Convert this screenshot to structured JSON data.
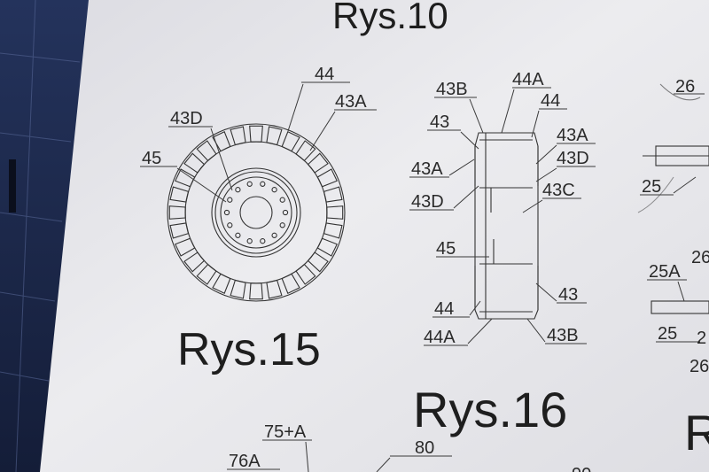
{
  "titles": {
    "rys10": "Rys.10",
    "rys15": "Rys.15",
    "rys16": "Rys.16",
    "cut_right": "R"
  },
  "wheel_labels": [
    "44",
    "43A",
    "43D",
    "45"
  ],
  "tire_side_labels": {
    "top_left": [
      "43B",
      "43",
      "43A",
      "43D"
    ],
    "top_right": [
      "44A",
      "44",
      "43A",
      "43D",
      "43C"
    ],
    "mid": "45",
    "bottom_left": [
      "44",
      "44A"
    ],
    "bottom_right": [
      "43",
      "43B"
    ]
  },
  "right_edge_labels": [
    "26",
    "25",
    "25A",
    "26",
    "25",
    "2",
    "26"
  ],
  "bottom_labels": [
    "75+A",
    "76A",
    "80",
    "90"
  ],
  "colors": {
    "paper": "#e9e9ec",
    "mat": "#1d2a4e",
    "ink": "#2a2a2a"
  }
}
